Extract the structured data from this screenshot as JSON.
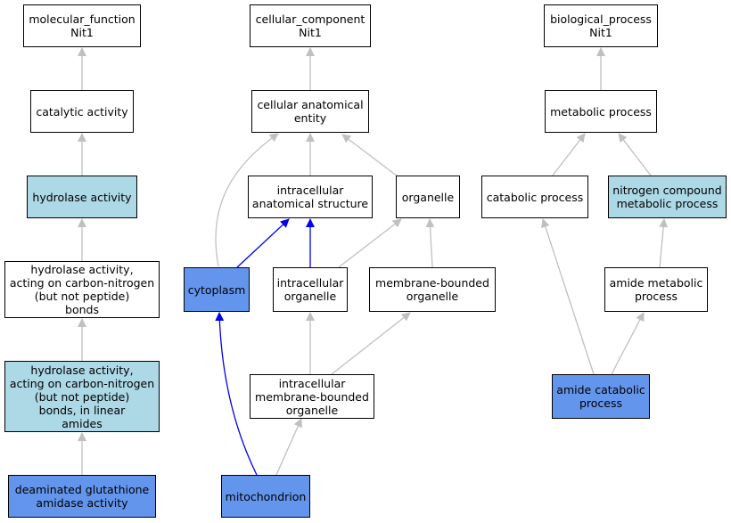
{
  "nodes": {
    "molecular_function": {
      "label": "molecular_function\nNit1"
    },
    "catalytic_activity": {
      "label": "catalytic activity"
    },
    "hydrolase_activity": {
      "label": "hydrolase activity"
    },
    "hydrolase_cn": {
      "label": "hydrolase activity,\nacting on carbon-nitrogen\n(but not peptide)\nbonds"
    },
    "hydrolase_cn_linear": {
      "label": "hydrolase activity,\nacting on carbon-nitrogen\n(but not peptide)\nbonds, in linear\namides"
    },
    "deaminated_glutathione": {
      "label": "deaminated glutathione\namidase activity"
    },
    "cellular_component": {
      "label": "cellular_component\nNit1"
    },
    "cellular_anatomical_entity": {
      "label": "cellular anatomical\nentity"
    },
    "intracellular_anatomical_structure": {
      "label": "intracellular\nanatomical structure"
    },
    "organelle": {
      "label": "organelle"
    },
    "cytoplasm": {
      "label": "cytoplasm"
    },
    "intracellular_organelle": {
      "label": "intracellular\norganelle"
    },
    "membrane_bounded_organelle": {
      "label": "membrane-bounded\norganelle"
    },
    "intracellular_membrane_bounded_organelle": {
      "label": "intracellular\nmembrane-bounded\norganelle"
    },
    "mitochondrion": {
      "label": "mitochondrion"
    },
    "biological_process": {
      "label": "biological_process\nNit1"
    },
    "metabolic_process": {
      "label": "metabolic process"
    },
    "catabolic_process": {
      "label": "catabolic process"
    },
    "nitrogen_compound_metabolic_process": {
      "label": "nitrogen compound\nmetabolic process"
    },
    "amide_metabolic_process": {
      "label": "amide metabolic\nprocess"
    },
    "amide_catabolic_process": {
      "label": "amide catabolic\nprocess"
    }
  },
  "colors": {
    "plain": "#ffffff",
    "light": "#add8e6",
    "highlight": "#6495ed",
    "edge_gray": "#c0c0c0",
    "edge_blue": "#0000ee"
  },
  "edges": [
    {
      "from": "catalytic_activity",
      "to": "molecular_function",
      "color": "gray"
    },
    {
      "from": "hydrolase_activity",
      "to": "catalytic_activity",
      "color": "gray"
    },
    {
      "from": "hydrolase_cn",
      "to": "hydrolase_activity",
      "color": "gray"
    },
    {
      "from": "hydrolase_cn_linear",
      "to": "hydrolase_cn",
      "color": "gray"
    },
    {
      "from": "deaminated_glutathione",
      "to": "hydrolase_cn_linear",
      "color": "gray"
    },
    {
      "from": "cellular_anatomical_entity",
      "to": "cellular_component",
      "color": "gray"
    },
    {
      "from": "intracellular_anatomical_structure",
      "to": "cellular_anatomical_entity",
      "color": "gray"
    },
    {
      "from": "organelle",
      "to": "cellular_anatomical_entity",
      "color": "gray"
    },
    {
      "from": "cytoplasm",
      "to": "cellular_anatomical_entity",
      "color": "gray"
    },
    {
      "from": "cytoplasm",
      "to": "intracellular_anatomical_structure",
      "color": "blue"
    },
    {
      "from": "intracellular_organelle",
      "to": "intracellular_anatomical_structure",
      "color": "blue"
    },
    {
      "from": "intracellular_organelle",
      "to": "organelle",
      "color": "gray"
    },
    {
      "from": "membrane_bounded_organelle",
      "to": "organelle",
      "color": "gray"
    },
    {
      "from": "intracellular_membrane_bounded_organelle",
      "to": "intracellular_organelle",
      "color": "gray"
    },
    {
      "from": "intracellular_membrane_bounded_organelle",
      "to": "membrane_bounded_organelle",
      "color": "gray"
    },
    {
      "from": "mitochondrion",
      "to": "cytoplasm",
      "color": "blue"
    },
    {
      "from": "mitochondrion",
      "to": "intracellular_membrane_bounded_organelle",
      "color": "gray"
    },
    {
      "from": "metabolic_process",
      "to": "biological_process",
      "color": "gray"
    },
    {
      "from": "catabolic_process",
      "to": "metabolic_process",
      "color": "gray"
    },
    {
      "from": "nitrogen_compound_metabolic_process",
      "to": "metabolic_process",
      "color": "gray"
    },
    {
      "from": "amide_metabolic_process",
      "to": "nitrogen_compound_metabolic_process",
      "color": "gray"
    },
    {
      "from": "amide_catabolic_process",
      "to": "catabolic_process",
      "color": "gray"
    },
    {
      "from": "amide_catabolic_process",
      "to": "amide_metabolic_process",
      "color": "gray"
    }
  ]
}
